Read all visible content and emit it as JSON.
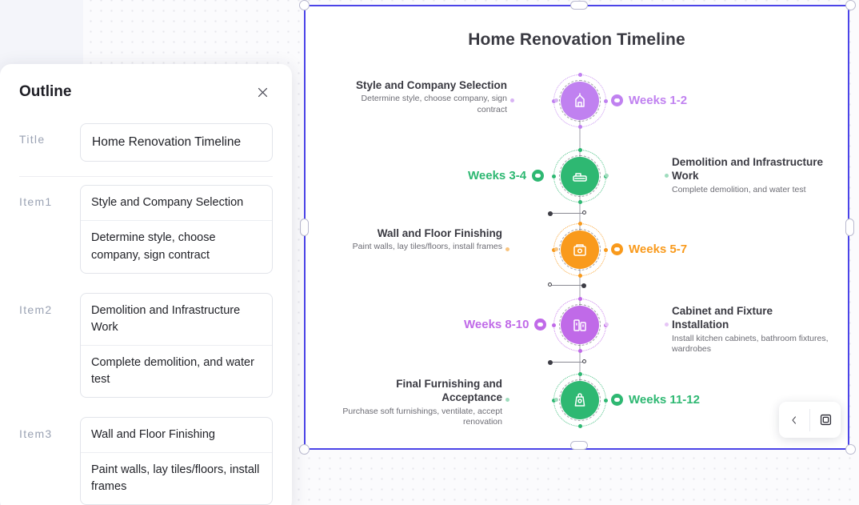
{
  "app": {
    "canvas_bg_color": "#fbfbfd",
    "selection_color": "#4b44e8"
  },
  "outline_panel": {
    "heading": "Outline",
    "close_icon": "close-icon",
    "title_label": "Title",
    "title_value": "Home Renovation Timeline",
    "items": [
      {
        "label": "Item1",
        "heading": "Style and Company Selection",
        "description": "Determine style, choose company, sign contract"
      },
      {
        "label": "Item2",
        "heading": "Demolition and Infrastructure Work",
        "description": "Complete demolition, and water test"
      },
      {
        "label": "Item3",
        "heading": "Wall and Floor Finishing",
        "description": "Paint walls, lay tiles/floors, install frames"
      }
    ]
  },
  "slide": {
    "title": "Home Renovation Timeline",
    "title_color": "#3a3a42",
    "steps": [
      {
        "heading": "Style and Company Selection",
        "description": "Determine style, choose company, sign contract",
        "week_label": "Weeks 1-2",
        "color": "#c081f0",
        "side": "left",
        "icon": "house-lamp-icon"
      },
      {
        "heading": "Demolition and Infrastructure Work",
        "description": "Complete demolition, and water test",
        "week_label": "Weeks 3-4",
        "color": "#2eb872",
        "side": "right",
        "icon": "excavator-icon"
      },
      {
        "heading": "Wall and Floor Finishing",
        "description": "Paint walls, lay tiles/floors, install frames",
        "week_label": "Weeks 5-7",
        "color": "#f99a1c",
        "side": "left",
        "icon": "paint-bucket-icon"
      },
      {
        "heading": "Cabinet and Fixture Installation",
        "description": "Install kitchen cabinets, bathroom fixtures, wardrobes",
        "week_label": "Weeks 8-10",
        "color": "#c06ae8",
        "side": "right",
        "icon": "cabinet-icon"
      },
      {
        "heading": "Final Furnishing and Acceptance",
        "description": "Purchase soft furnishings, ventilate, accept renovation",
        "week_label": "Weeks 11-12",
        "color": "#2eb872",
        "side": "left",
        "icon": "sofa-bag-icon"
      }
    ]
  },
  "canvas_controls": {
    "prev_icon": "chevron-left-icon",
    "fullscreen_icon": "expand-frame-icon"
  }
}
